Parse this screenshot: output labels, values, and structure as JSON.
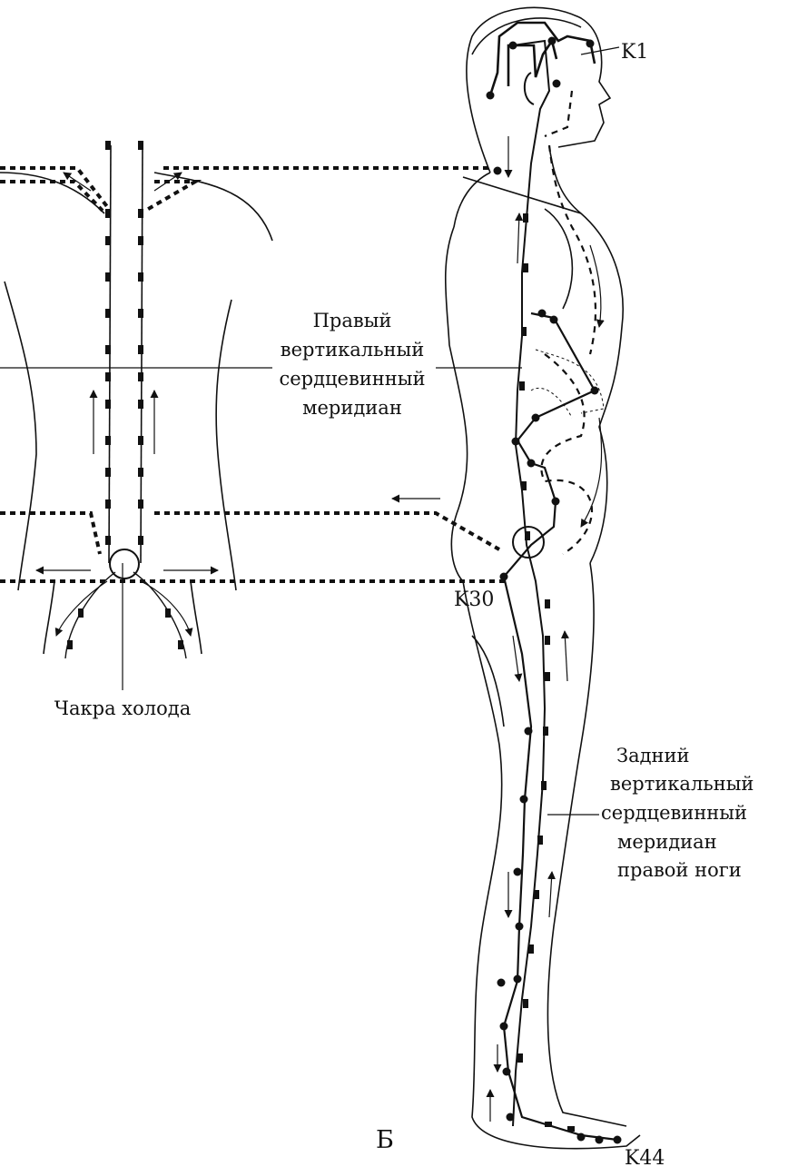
{
  "figure": {
    "labels": {
      "k1": "K1",
      "k30": "K30",
      "k44": "K44",
      "panel": "Б",
      "right_meridian": [
        "Правый",
        "вертикальный",
        "сердцевинный",
        "меридиан"
      ],
      "cold_chakra": "Чакра холода",
      "back_meridian": [
        "Задний",
        "вертикальный",
        "сердцевинный",
        "меридиан",
        "правой ноги"
      ]
    },
    "colors": {
      "ink": "#111111",
      "paper": "#ffffff"
    }
  }
}
